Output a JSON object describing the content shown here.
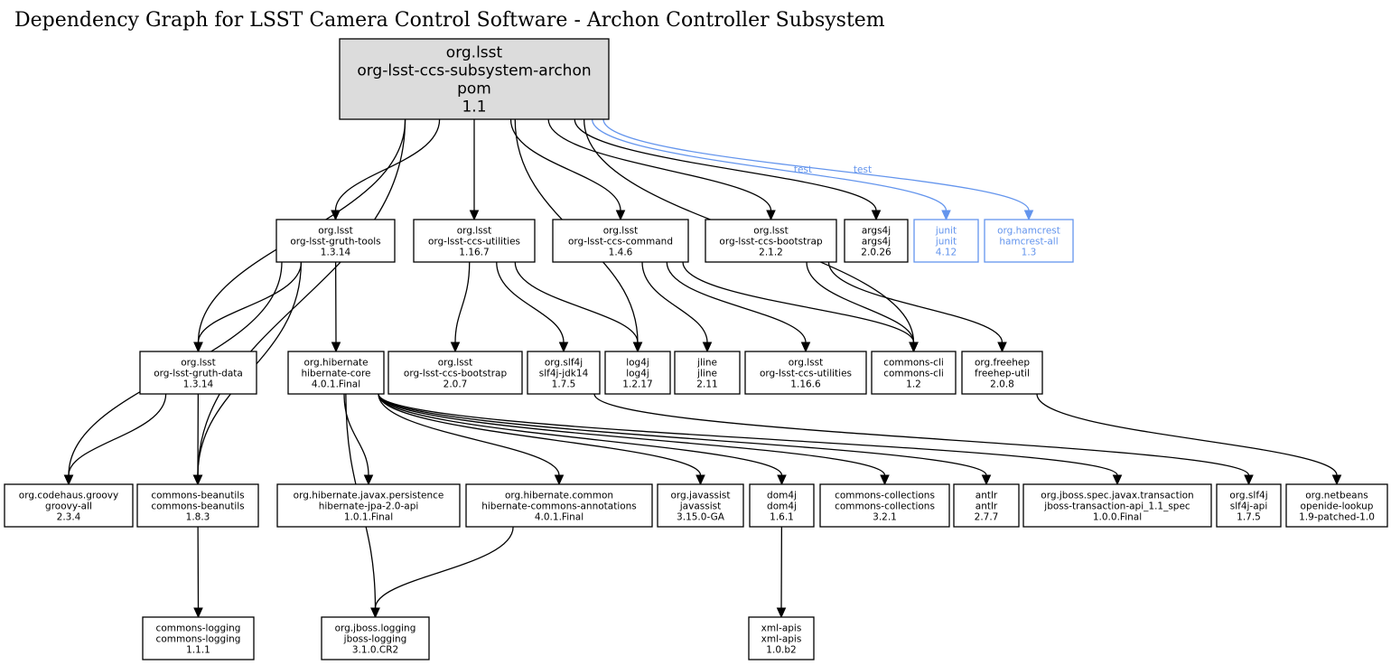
{
  "title": "Dependency Graph for LSST Camera Control Software - Archon Controller Subsystem",
  "colors": {
    "test_scope": "#6495ed",
    "root_fill": "#dcdcdc",
    "default_stroke": "#000000"
  },
  "nodes": [
    {
      "id": "root",
      "lines": [
        "org.lsst",
        "org-lsst-ccs-subsystem-archon",
        "pom",
        "1.1"
      ],
      "kind": "root"
    },
    {
      "id": "gruth-tools",
      "lines": [
        "org.lsst",
        "org-lsst-gruth-tools",
        "1.3.14"
      ]
    },
    {
      "id": "ccs-utilities-1167",
      "lines": [
        "org.lsst",
        "org-lsst-ccs-utilities",
        "1.16.7"
      ]
    },
    {
      "id": "ccs-command",
      "lines": [
        "org.lsst",
        "org-lsst-ccs-command",
        "1.4.6"
      ]
    },
    {
      "id": "ccs-bootstrap-212",
      "lines": [
        "org.lsst",
        "org-lsst-ccs-bootstrap",
        "2.1.2"
      ]
    },
    {
      "id": "args4j",
      "lines": [
        "args4j",
        "args4j",
        "2.0.26"
      ]
    },
    {
      "id": "junit",
      "lines": [
        "junit",
        "junit",
        "4.12"
      ],
      "kind": "test"
    },
    {
      "id": "hamcrest",
      "lines": [
        "org.hamcrest",
        "hamcrest-all",
        "1.3"
      ],
      "kind": "test"
    },
    {
      "id": "gruth-data",
      "lines": [
        "org.lsst",
        "org-lsst-gruth-data",
        "1.3.14"
      ]
    },
    {
      "id": "hibernate-core",
      "lines": [
        "org.hibernate",
        "hibernate-core",
        "4.0.1.Final"
      ]
    },
    {
      "id": "ccs-bootstrap-207",
      "lines": [
        "org.lsst",
        "org-lsst-ccs-bootstrap",
        "2.0.7"
      ]
    },
    {
      "id": "slf4j-jdk14",
      "lines": [
        "org.slf4j",
        "slf4j-jdk14",
        "1.7.5"
      ]
    },
    {
      "id": "log4j",
      "lines": [
        "log4j",
        "log4j",
        "1.2.17"
      ]
    },
    {
      "id": "jline",
      "lines": [
        "jline",
        "jline",
        "2.11"
      ]
    },
    {
      "id": "ccs-utilities-1166",
      "lines": [
        "org.lsst",
        "org-lsst-ccs-utilities",
        "1.16.6"
      ]
    },
    {
      "id": "commons-cli",
      "lines": [
        "commons-cli",
        "commons-cli",
        "1.2"
      ]
    },
    {
      "id": "freehep-util",
      "lines": [
        "org.freehep",
        "freehep-util",
        "2.0.8"
      ]
    },
    {
      "id": "groovy-all",
      "lines": [
        "org.codehaus.groovy",
        "groovy-all",
        "2.3.4"
      ]
    },
    {
      "id": "commons-beanutils",
      "lines": [
        "commons-beanutils",
        "commons-beanutils",
        "1.8.3"
      ]
    },
    {
      "id": "hibernate-jpa",
      "lines": [
        "org.hibernate.javax.persistence",
        "hibernate-jpa-2.0-api",
        "1.0.1.Final"
      ]
    },
    {
      "id": "hibernate-commons-annotations",
      "lines": [
        "org.hibernate.common",
        "hibernate-commons-annotations",
        "4.0.1.Final"
      ]
    },
    {
      "id": "javassist",
      "lines": [
        "org.javassist",
        "javassist",
        "3.15.0-GA"
      ]
    },
    {
      "id": "dom4j",
      "lines": [
        "dom4j",
        "dom4j",
        "1.6.1"
      ]
    },
    {
      "id": "commons-collections",
      "lines": [
        "commons-collections",
        "commons-collections",
        "3.2.1"
      ]
    },
    {
      "id": "antlr",
      "lines": [
        "antlr",
        "antlr",
        "2.7.7"
      ]
    },
    {
      "id": "jboss-transaction-api",
      "lines": [
        "org.jboss.spec.javax.transaction",
        "jboss-transaction-api_1.1_spec",
        "1.0.0.Final"
      ]
    },
    {
      "id": "slf4j-api",
      "lines": [
        "org.slf4j",
        "slf4j-api",
        "1.7.5"
      ]
    },
    {
      "id": "openide-lookup",
      "lines": [
        "org.netbeans",
        "openide-lookup",
        "1.9-patched-1.0"
      ]
    },
    {
      "id": "commons-logging",
      "lines": [
        "commons-logging",
        "commons-logging",
        "1.1.1"
      ]
    },
    {
      "id": "jboss-logging",
      "lines": [
        "org.jboss.logging",
        "jboss-logging",
        "3.1.0.CR2"
      ]
    },
    {
      "id": "xml-apis",
      "lines": [
        "xml-apis",
        "xml-apis",
        "1.0.b2"
      ]
    }
  ],
  "edges": [
    {
      "from": "root",
      "to": "gruth-tools"
    },
    {
      "from": "root",
      "to": "ccs-utilities-1167"
    },
    {
      "from": "root",
      "to": "ccs-command"
    },
    {
      "from": "root",
      "to": "ccs-bootstrap-212"
    },
    {
      "from": "root",
      "to": "args4j"
    },
    {
      "from": "root",
      "to": "junit",
      "label": "test"
    },
    {
      "from": "root",
      "to": "hamcrest",
      "label": "test"
    },
    {
      "from": "root",
      "to": "gruth-data"
    },
    {
      "from": "root",
      "to": "commons-beanutils"
    },
    {
      "from": "root",
      "to": "log4j"
    },
    {
      "from": "root",
      "to": "commons-cli"
    },
    {
      "from": "gruth-tools",
      "to": "gruth-data"
    },
    {
      "from": "gruth-tools",
      "to": "hibernate-core"
    },
    {
      "from": "gruth-tools",
      "to": "groovy-all"
    },
    {
      "from": "gruth-tools",
      "to": "commons-beanutils"
    },
    {
      "from": "ccs-utilities-1167",
      "to": "ccs-bootstrap-207"
    },
    {
      "from": "ccs-utilities-1167",
      "to": "slf4j-jdk14"
    },
    {
      "from": "ccs-utilities-1167",
      "to": "log4j"
    },
    {
      "from": "ccs-command",
      "to": "jline"
    },
    {
      "from": "ccs-command",
      "to": "ccs-utilities-1166"
    },
    {
      "from": "ccs-command",
      "to": "commons-cli"
    },
    {
      "from": "ccs-bootstrap-212",
      "to": "commons-cli"
    },
    {
      "from": "ccs-bootstrap-212",
      "to": "freehep-util"
    },
    {
      "from": "gruth-data",
      "to": "groovy-all"
    },
    {
      "from": "gruth-data",
      "to": "commons-beanutils"
    },
    {
      "from": "hibernate-core",
      "to": "hibernate-jpa"
    },
    {
      "from": "hibernate-core",
      "to": "hibernate-commons-annotations"
    },
    {
      "from": "hibernate-core",
      "to": "javassist"
    },
    {
      "from": "hibernate-core",
      "to": "dom4j"
    },
    {
      "from": "hibernate-core",
      "to": "commons-collections"
    },
    {
      "from": "hibernate-core",
      "to": "antlr"
    },
    {
      "from": "hibernate-core",
      "to": "jboss-transaction-api"
    },
    {
      "from": "hibernate-core",
      "to": "jboss-logging"
    },
    {
      "from": "slf4j-jdk14",
      "to": "slf4j-api"
    },
    {
      "from": "freehep-util",
      "to": "openide-lookup"
    },
    {
      "from": "commons-beanutils",
      "to": "commons-logging"
    },
    {
      "from": "hibernate-commons-annotations",
      "to": "jboss-logging"
    },
    {
      "from": "dom4j",
      "to": "xml-apis"
    }
  ]
}
